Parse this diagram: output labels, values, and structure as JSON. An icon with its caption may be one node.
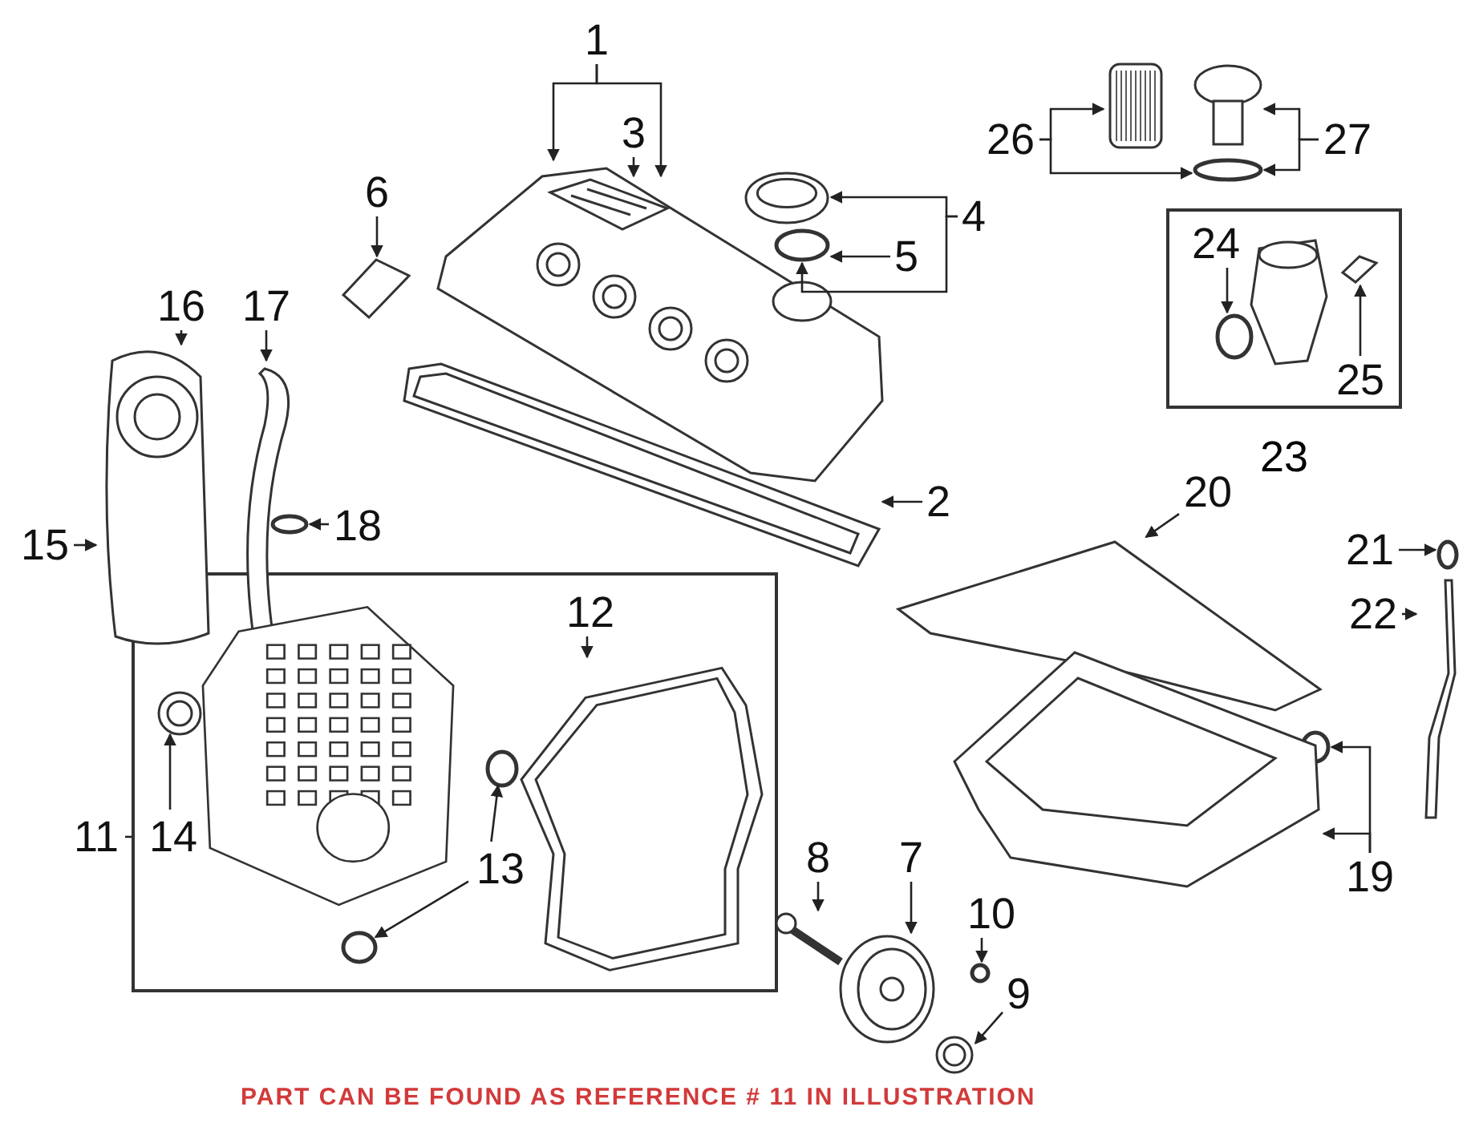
{
  "diagram": {
    "nodes": [
      {
        "text": [
          "1"
        ]
      },
      {
        "text": [
          "3"
        ]
      },
      {
        "text": [],
        "shape": "picture"
      },
      {
        "text": [],
        "shape": "picture",
        "in": 2
      },
      {
        "text": [
          "6"
        ]
      },
      {
        "text": [],
        "shape": "picture"
      },
      {
        "text": [],
        "shape": "picture"
      },
      {
        "text": [],
        "shape": "circle"
      },
      {
        "text": [
          "4"
        ]
      },
      {
        "text": [
          "5"
        ]
      },
      {
        "text": [
          "26"
        ]
      },
      {
        "text": [],
        "shape": "picture"
      },
      {
        "text": [],
        "shape": "picture"
      },
      {
        "text": [],
        "shape": "circle"
      },
      {
        "text": [
          "27"
        ]
      },
      {
        "text": [
          "23"
        ]
      },
      {
        "text": [
          "24"
        ],
        "in": 15
      },
      {
        "text": [],
        "shape": "picture",
        "in": 15
      },
      {
        "text": [],
        "shape": "circle",
        "in": 15
      },
      {
        "text": [
          "25"
        ],
        "in": 15
      },
      {
        "text": [],
        "shape": "picture",
        "in": 15
      },
      {
        "text": [
          "16"
        ]
      },
      {
        "text": [],
        "shape": "picture"
      },
      {
        "text": [
          "17"
        ]
      },
      {
        "text": [],
        "shape": "picture"
      },
      {
        "text": [
          "15"
        ]
      },
      {
        "text": [
          "18"
        ]
      },
      {
        "text": [],
        "shape": "circle"
      },
      {
        "text": [
          "2"
        ]
      },
      {
        "text": [],
        "shape": "picture"
      },
      {
        "text": [],
        "shape": "box"
      },
      {
        "text": [
          "11"
        ]
      },
      {
        "text": [],
        "shape": "picture",
        "in": 30
      },
      {
        "text": [
          "12"
        ],
        "in": 30
      },
      {
        "text": [],
        "shape": "picture",
        "in": 30
      },
      {
        "text": [
          "14"
        ],
        "in": 30
      },
      {
        "text": [],
        "shape": "picture",
        "in": 30
      },
      {
        "text": [
          "13"
        ],
        "in": 30
      },
      {
        "text": [],
        "shape": "circle",
        "in": 30
      },
      {
        "text": [],
        "shape": "circle",
        "in": 30
      },
      {
        "text": [
          "20"
        ]
      },
      {
        "text": [],
        "shape": "picture"
      },
      {
        "text": [
          "21"
        ]
      },
      {
        "text": [],
        "shape": "circle"
      },
      {
        "text": [
          "22"
        ]
      },
      {
        "text": [],
        "shape": "picture"
      },
      {
        "text": [
          "19"
        ]
      },
      {
        "text": [],
        "shape": "circle"
      },
      {
        "text": [],
        "shape": "picture"
      },
      {
        "text": [
          "8"
        ]
      },
      {
        "text": [],
        "shape": "picture"
      },
      {
        "text": [
          "7"
        ]
      },
      {
        "text": [],
        "shape": "picture"
      },
      {
        "text": [
          "10"
        ]
      },
      {
        "text": [],
        "shape": "circle"
      },
      {
        "text": [
          "9"
        ]
      },
      {
        "text": [],
        "shape": "picture"
      }
    ],
    "edges": [
      {
        "from": 0,
        "to": 2,
        "arrow": "to"
      },
      {
        "from": 0,
        "to": 3,
        "arrow": "to"
      },
      {
        "from": 1,
        "to": 3,
        "arrow": "to"
      },
      {
        "from": 4,
        "to": 5,
        "arrow": "to"
      },
      {
        "from": 8,
        "to": 6,
        "arrow": "to"
      },
      {
        "from": 8,
        "to": 7,
        "arrow": "to"
      },
      {
        "from": 9,
        "to": 7,
        "arrow": "to"
      },
      {
        "from": 10,
        "to": 11,
        "arrow": "to"
      },
      {
        "from": 10,
        "to": 13,
        "arrow": "to"
      },
      {
        "from": 14,
        "to": 12,
        "arrow": "to"
      },
      {
        "from": 14,
        "to": 13,
        "arrow": "to"
      },
      {
        "from": 16,
        "to": 18,
        "arrow": "to"
      },
      {
        "from": 19,
        "to": 20,
        "arrow": "to"
      },
      {
        "from": 21,
        "to": 22,
        "arrow": "to"
      },
      {
        "from": 23,
        "to": 24,
        "arrow": "to"
      },
      {
        "from": 25,
        "to": 22,
        "arrow": "to"
      },
      {
        "from": 26,
        "to": 27,
        "arrow": "to"
      },
      {
        "from": 28,
        "to": 29,
        "arrow": "to"
      },
      {
        "from": 31,
        "to": 30,
        "arrow": "none"
      },
      {
        "from": 33,
        "to": 34,
        "arrow": "to"
      },
      {
        "from": 35,
        "to": 36,
        "arrow": "to"
      },
      {
        "from": 37,
        "to": 38,
        "arrow": "to"
      },
      {
        "from": 37,
        "to": 39,
        "arrow": "to"
      },
      {
        "from": 40,
        "to": 41,
        "arrow": "to"
      },
      {
        "from": 42,
        "to": 43,
        "arrow": "to"
      },
      {
        "from": 44,
        "to": 45,
        "arrow": "to"
      },
      {
        "from": 46,
        "to": 47,
        "arrow": "to"
      },
      {
        "from": 46,
        "to": 48,
        "arrow": "to"
      },
      {
        "from": 49,
        "to": 50,
        "arrow": "to"
      },
      {
        "from": 51,
        "to": 52,
        "arrow": "to"
      },
      {
        "from": 53,
        "to": 54,
        "arrow": "to"
      },
      {
        "from": 55,
        "to": 56,
        "arrow": "to"
      }
    ],
    "labels": [
      "PART CAN BE FOUND AS REFERENCE # 11 IN ILLUSTRATION"
    ]
  }
}
